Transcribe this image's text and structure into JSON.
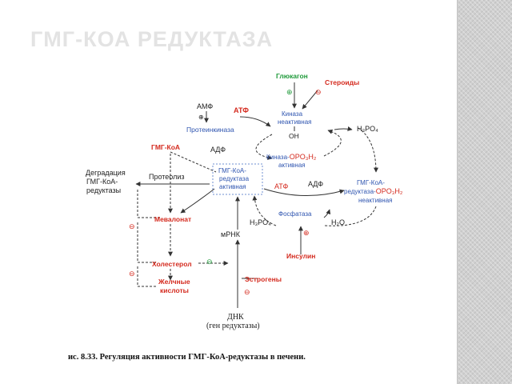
{
  "slide": {
    "title": "ГМГ-КОА РЕДУКТАЗА",
    "caption": "ис. 8.33. Регуляция активности ГМГ-КоА-редуктазы в печени."
  },
  "diagram": {
    "glucagon": "Глюкагон",
    "steroids": "Стероиды",
    "amf": "АМФ",
    "atp_top": "АТФ",
    "kinase_inactive": [
      "Киназа",
      "неактивная"
    ],
    "protein_kinase": "Протеинкиназа",
    "h3po4_top": "H₃PO₄",
    "oh": "OH",
    "hmg_coa": "ГМГ-КоА",
    "adp_top": "АДФ",
    "kinase_active_prefix": "Киназа-",
    "kinase_active_group": "OPO₃H₂",
    "kinase_active_suffix": "активная",
    "degradation": [
      "Деградация",
      "ГМГ-КоА-",
      "редуктазы"
    ],
    "proteolysis": "Протеолиз",
    "reductase_active": [
      "ГМГ-КоА-",
      "редуктаза",
      "активная"
    ],
    "atp_mid": "АТФ",
    "adp_mid": "АДФ",
    "reductase_inactive_line1": "ГМГ-КоА-",
    "reductase_inactive_prefix": "редуктаза-",
    "reductase_inactive_group": "OPO₃H₂",
    "reductase_inactive_line3": "неактивная",
    "mevalonate": "Мевалонат",
    "phosphatase": "Фосфатаза",
    "h3po4_mid": "H₃PO₄",
    "h2o": "H₂O",
    "mrna": "мРНК",
    "cholesterol": "Холестерол",
    "insulin": "Инсулин",
    "bile_acids": [
      "Желчные",
      "кислоты"
    ],
    "estrogens": "Эстрогены",
    "dna": "ДНК",
    "gene": "(ген редуктазы)",
    "plus": "⊕",
    "minus": "⊖"
  },
  "colors": {
    "red": "#d42a1e",
    "blue": "#2f55b0",
    "green": "#1f9a3a",
    "title": "#e3e3e3",
    "sidebar": "#d0d0d0"
  }
}
